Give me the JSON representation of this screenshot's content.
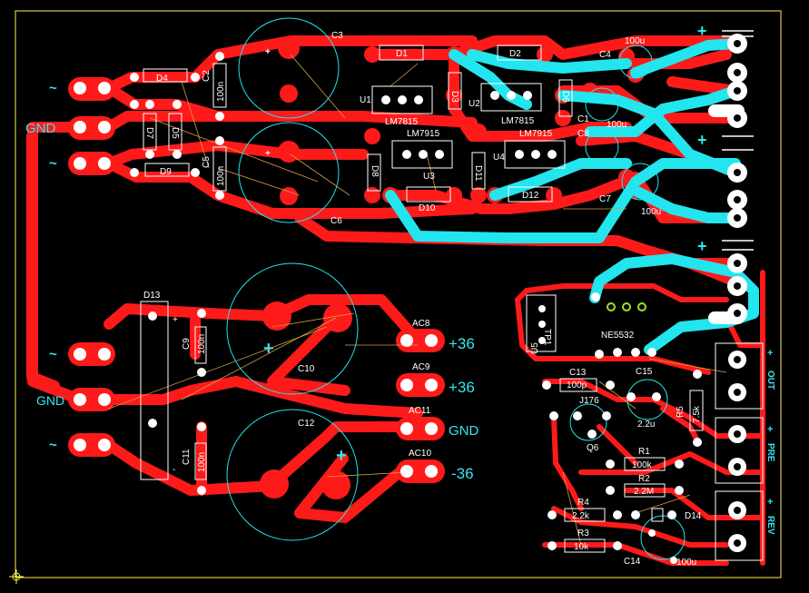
{
  "colors": {
    "background": "#000000",
    "top_copper": "#ff1a1a",
    "bottom_copper": "#22e5ee",
    "silkscreen": "#ffffff",
    "outline": "#ffee55",
    "via_pad": "#ffffff",
    "ratsnest": "#d8a040"
  },
  "left_connectors": {
    "upper": [
      "~",
      "GND",
      "~"
    ],
    "lower": [
      "~",
      "GND",
      "~"
    ]
  },
  "labels": {
    "c3": "C3",
    "c6": "C6",
    "c10": "C10",
    "c12": "C12",
    "d4": "D4",
    "d2_top": "D1",
    "d2b": "D2",
    "d3": "D3",
    "d5": "D5",
    "d6": "D6",
    "d7": "D7",
    "d8": "D8",
    "d9": "D9",
    "d10": "D10",
    "d11": "D11",
    "d12": "D12",
    "d13": "D13",
    "d14": "D14",
    "c2": "C2",
    "c2v": "100n",
    "c5": "C5",
    "c5v": "100n",
    "u1": "U1",
    "u1p": "LM7815",
    "u2": "U2",
    "u2p": "LM7815",
    "u3": "U3",
    "u3p": "LM7915",
    "u4": "U4",
    "u4p": "LM7915",
    "c4": "C4",
    "c4v": "100u",
    "c1": "C1",
    "c1v": "100u",
    "c8": "C8",
    "c7": "C7",
    "c7v": "100u",
    "c9": "C9",
    "c9v": "100n",
    "c11": "C11",
    "c11v": "100n",
    "ac8": "AC8",
    "ac9": "AC9",
    "ac11": "AC11",
    "ac10": "AC10",
    "v1": "+36",
    "v2": "+36",
    "vg": "GND",
    "v3": "-36",
    "u5": "U5",
    "u5p": "NE5532",
    "tp1": "TP1",
    "c13": "C13",
    "c13v": "100p",
    "c15": "C15",
    "c15v": "2.2u",
    "j176": "J176",
    "q6": "Q6",
    "r5": "R5",
    "r5v": "7.5k",
    "r1": "R1",
    "r1v": "100k",
    "r2": "R2",
    "r2v": "2.2M",
    "r4": "R4",
    "r4v": "2.2k",
    "r3": "R3",
    "r3v": "10k",
    "c14": "C14",
    "c14v": "100u",
    "out": "OUT",
    "pre": "PRE",
    "rev": "REV",
    "plus": "+",
    "minus": "-"
  }
}
